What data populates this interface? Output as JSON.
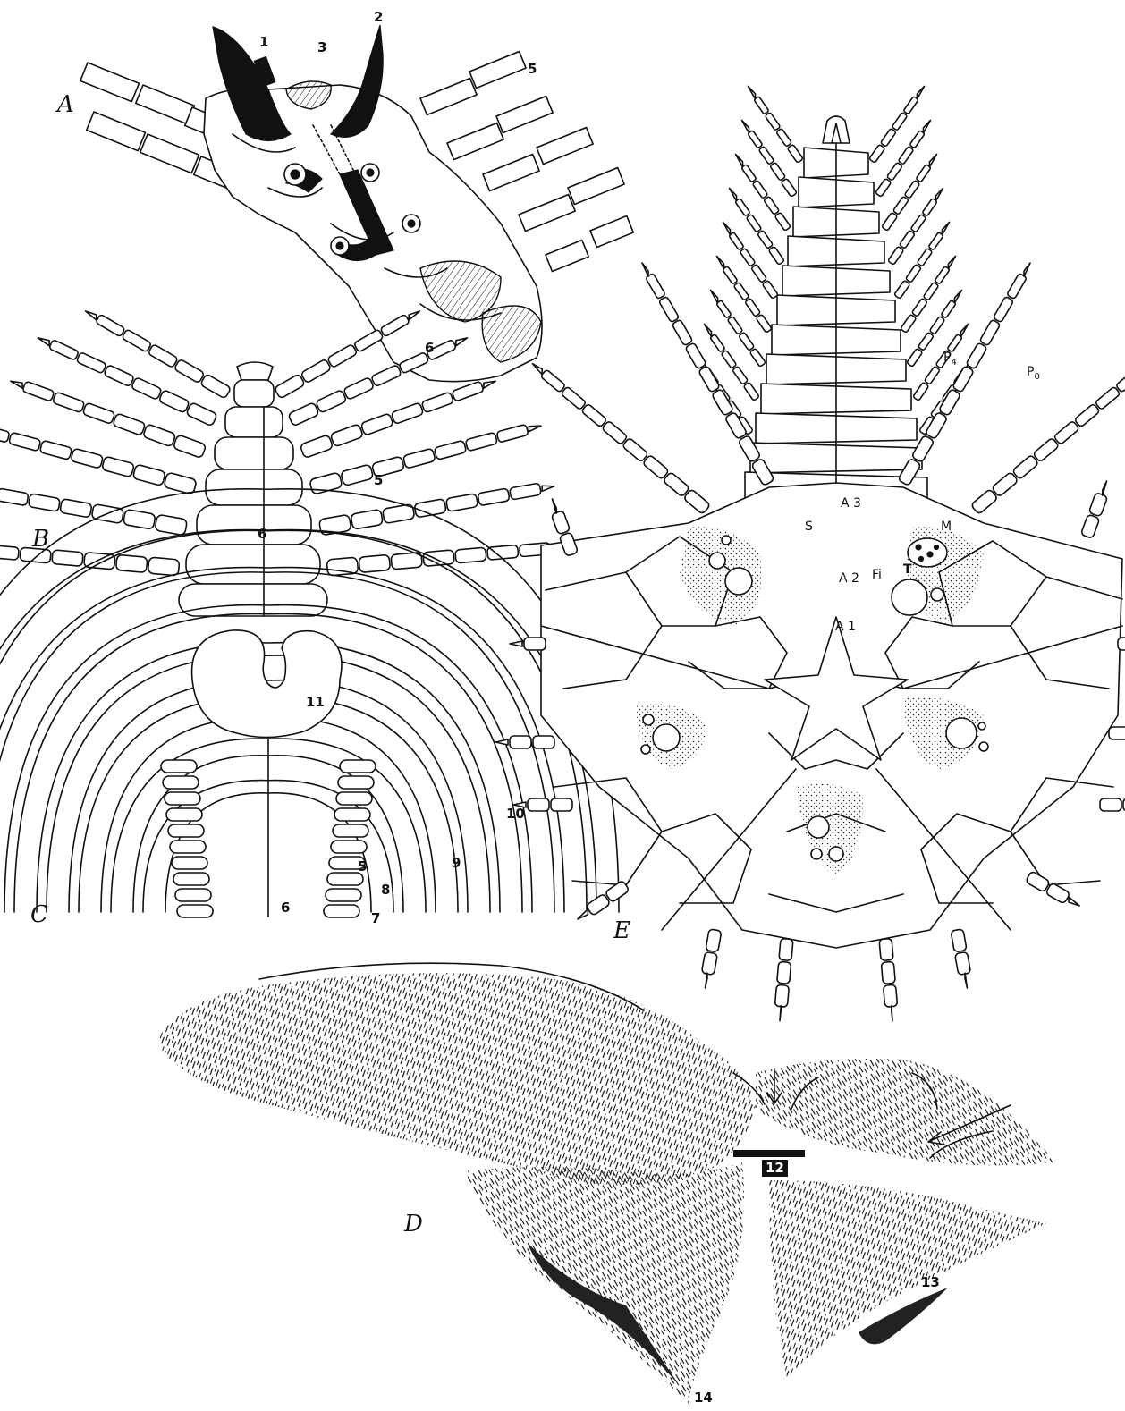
{
  "panels": {
    "A": {
      "letter": "A",
      "labels": [
        "1",
        "2",
        "3",
        "5",
        "6"
      ]
    },
    "B": {
      "letter": "B",
      "labels": [
        "5",
        "6"
      ]
    },
    "C": {
      "letter": "C",
      "labels": [
        "11",
        "10",
        "9",
        "8",
        "7",
        "6",
        "5"
      ]
    },
    "D": {
      "letter": "D",
      "labels": [
        "12",
        "13",
        "14"
      ]
    },
    "E": {
      "letter": "E",
      "labels": [
        "P4",
        "P0",
        "A 3",
        "A 2",
        "A 1",
        "S",
        "M",
        "T",
        "Fi"
      ]
    }
  },
  "subscripts": {
    "p4": "4",
    "p0": "0"
  },
  "p_letter": "P"
}
